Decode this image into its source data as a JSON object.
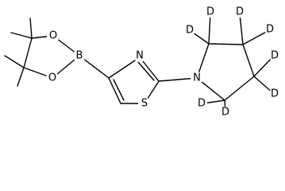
{
  "molecule": {
    "atom_labels": {
      "boron": "B",
      "oxygen_top": "O",
      "oxygen_bottom": "O",
      "thiazole_nitrogen": "N",
      "thiazole_sulfur": "S",
      "pyrrolidine_nitrogen": "N",
      "deuterium_1": "D",
      "deuterium_2": "D",
      "deuterium_3": "D",
      "deuterium_4": "D",
      "deuterium_5": "D",
      "deuterium_6": "D",
      "deuterium_7": "D",
      "deuterium_8": "D"
    }
  }
}
